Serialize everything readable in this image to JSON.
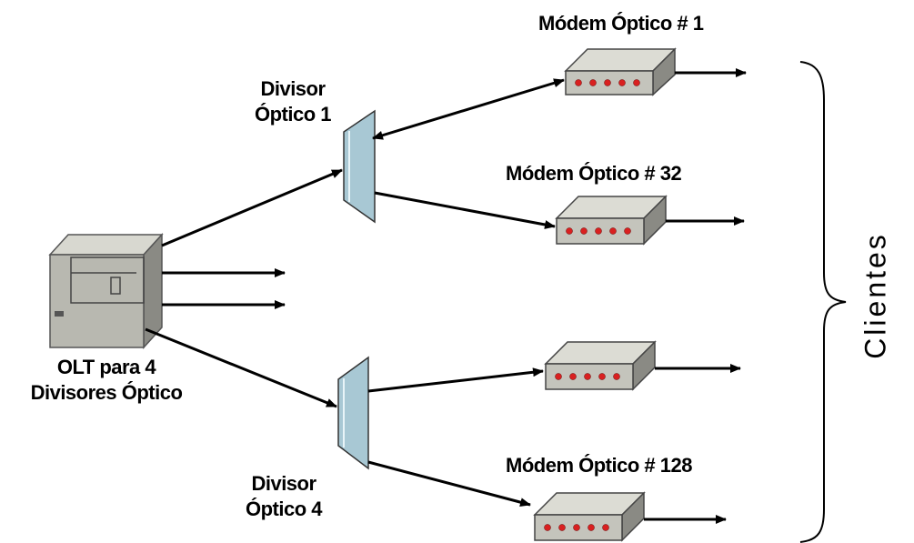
{
  "olt": {
    "label_line1": "OLT para 4",
    "label_line2": "Divisores Óptico"
  },
  "splitters": [
    {
      "label_line1": "Divisor",
      "label_line2": "Óptico 1"
    },
    {
      "label_line1": "Divisor",
      "label_line2": "Óptico 4"
    }
  ],
  "modems": [
    {
      "label": "Módem Óptico # 1"
    },
    {
      "label": "Módem Óptico # 32"
    },
    {
      "label": ""
    },
    {
      "label": "Módem Óptico # 128"
    }
  ],
  "clients_label": "Clientes",
  "colors": {
    "splitter_fill": "#a8c8d4",
    "modem_fill": "#c4c4bc",
    "led": "#d92020",
    "olt_fill": "#b8b8b0"
  }
}
